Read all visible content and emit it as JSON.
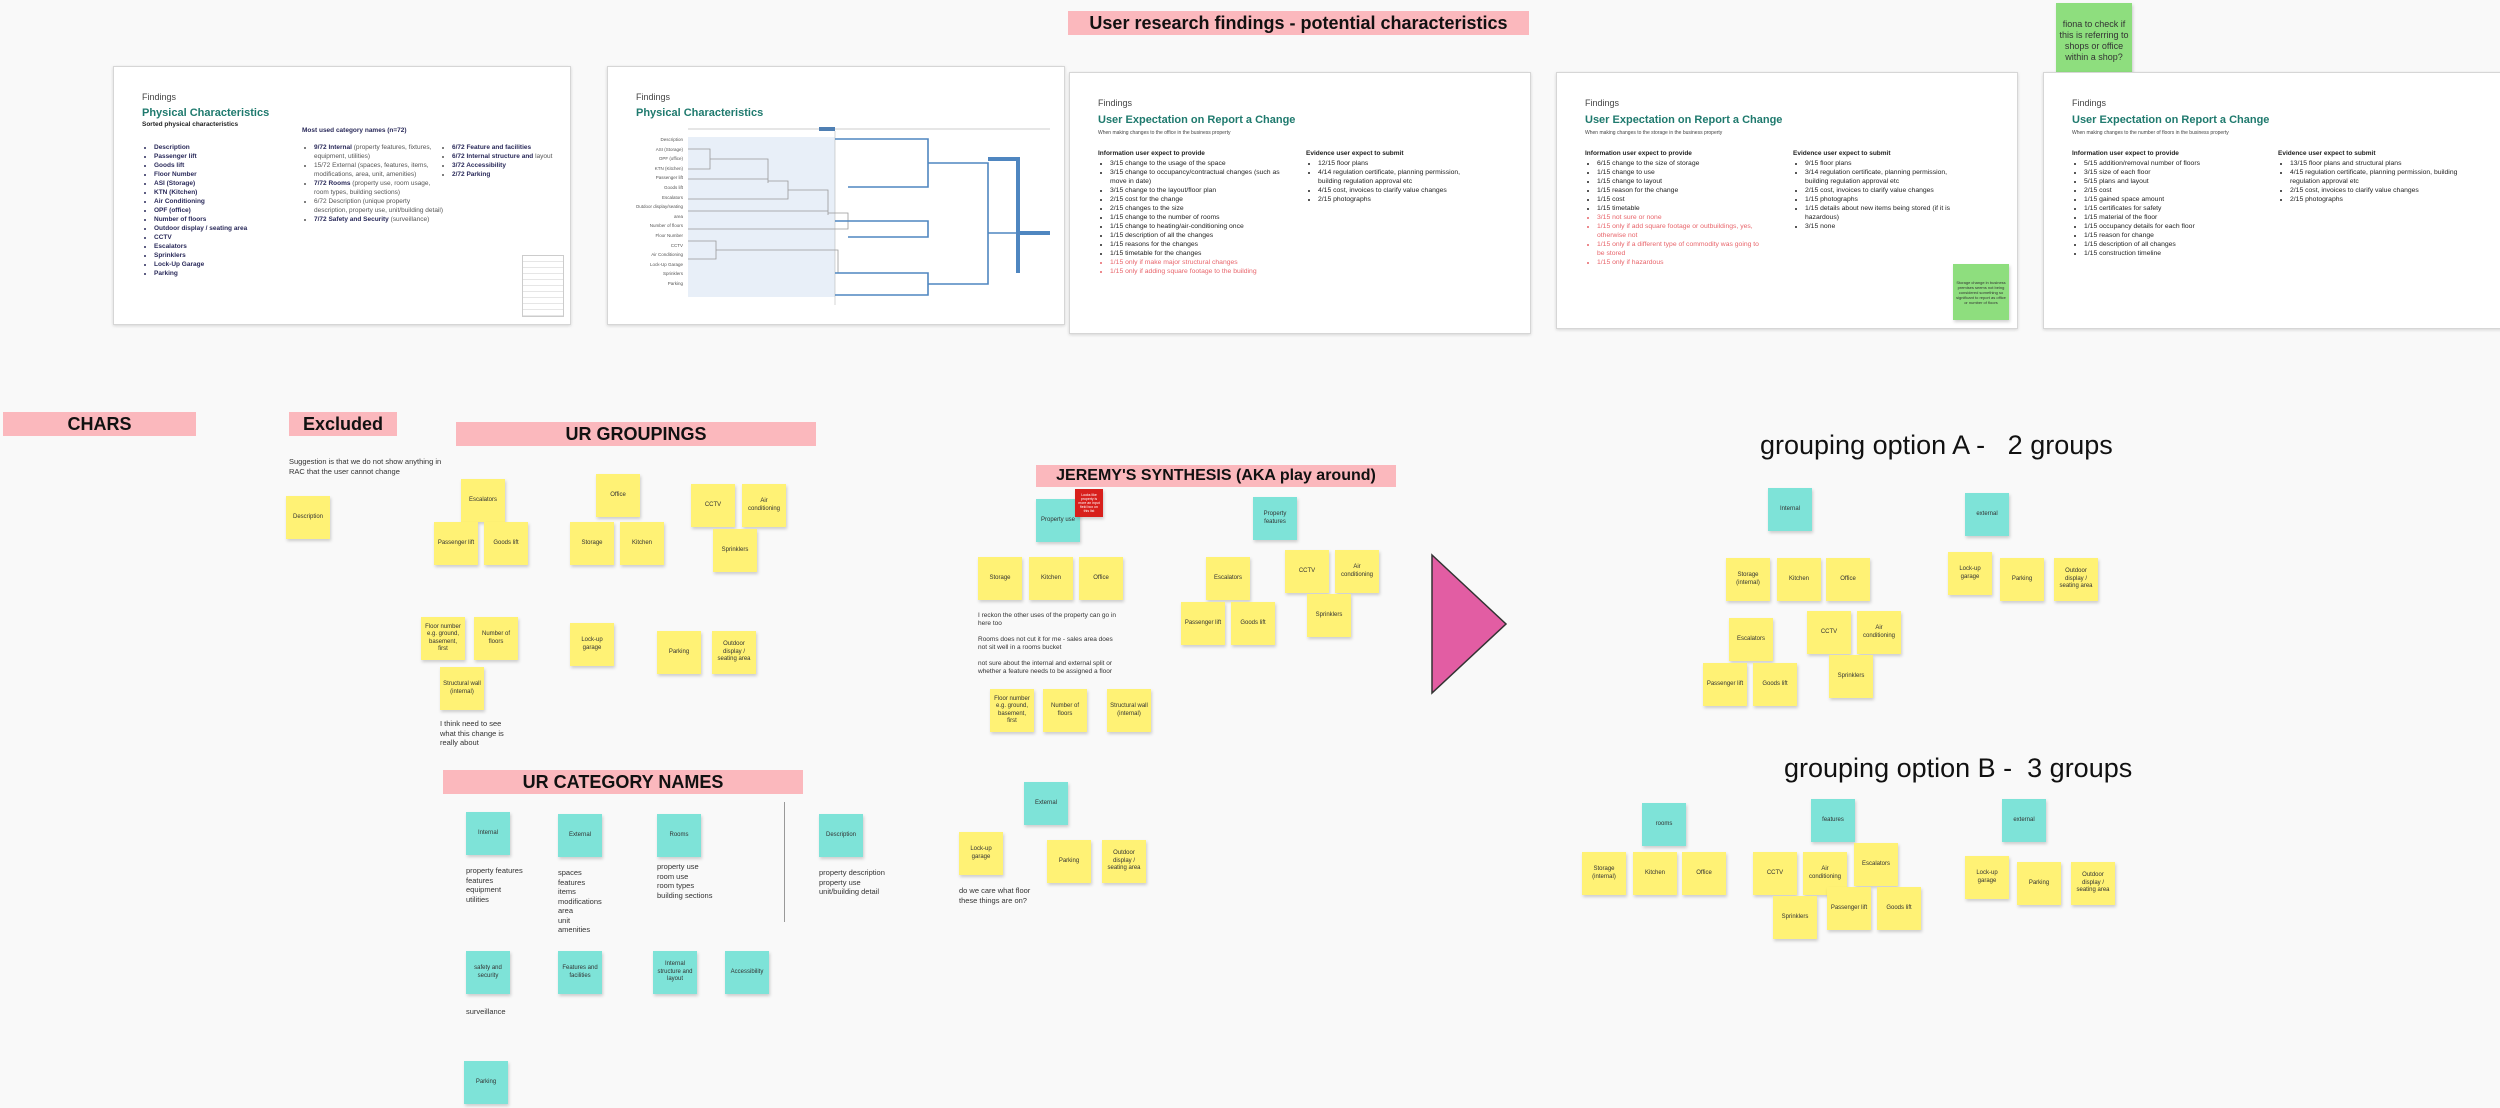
{
  "colors": {
    "banner": "#fbb8bd",
    "sticky_yellow": "#fff275",
    "sticky_teal": "#7ee3d8",
    "sticky_green": "#8ede7e",
    "sticky_red": "#d8201c",
    "arrow": "#e25da3",
    "teal_title": "#1f7a6e",
    "red_text": "#e8656b"
  },
  "banners": {
    "top": "User research findings - potential characteristics",
    "chars": "CHARS",
    "excluded": "Excluded",
    "ur_groupings": "UR GROUPINGS",
    "ur_category_names": "UR CATEGORY NAMES",
    "jeremy": "JEREMY'S SYNTHESIS (AKA play around)"
  },
  "frame1": {
    "kicker": "Findings",
    "title": "Physical Characteristics",
    "subtitle": "Sorted physical characteristics",
    "items": [
      "Description",
      "Passenger lift",
      "Goods lift",
      "Floor Number",
      "ASI (Storage)",
      "KTN (Kitchen)",
      "Air Conditioning",
      "OPF (office)",
      "Number of floors",
      "Outdoor display / seating area",
      "CCTV",
      "Escalators",
      "Sprinklers",
      "Lock-Up Garage",
      "Parking"
    ],
    "most_used_title": "Most used category names (n=72)",
    "most_used_col1": [
      {
        "b": "9/72 Internal",
        "t": " (property features, fixtures, equipment, utilities)"
      },
      {
        "b": "",
        "t": "15/72 External (spaces, features, items, modifications, area, unit, amenities)"
      },
      {
        "b": "7/72 Rooms",
        "t": " (property use, room usage, room types, building sections)"
      },
      {
        "b": "",
        "t": "6/72 Description (unique property description, property use, unit/building detail)"
      },
      {
        "b": "7/72 Safety and Security",
        "t": " (surveillance)"
      }
    ],
    "most_used_col2": [
      {
        "b": "6/72 Feature and facilities",
        "t": ""
      },
      {
        "b": "6/72 Internal structure and",
        "t": " layout"
      },
      {
        "b": "3/72 Accessibility",
        "t": ""
      },
      {
        "b": "2/72 Parking",
        "t": ""
      }
    ]
  },
  "frame2": {
    "kicker": "Findings",
    "title": "Physical Characteristics",
    "dendro_labels": [
      "Description",
      "ASI (Storage)",
      "OPF (office)",
      "KTN (Kitchen)",
      "Passenger lift",
      "Goods lift",
      "Escalators",
      "Outdoor display/seating area",
      "Number of floors",
      "Floor Number",
      "CCTV",
      "Air Conditioning",
      "Lock-Up Garage",
      "Sprinklers",
      "Parking"
    ]
  },
  "frame3": {
    "kicker": "Findings",
    "title": "User Expectation on Report a Change",
    "subtitle": "When making changes to the office in the business property",
    "info_head": "Information user expect to provide",
    "evidence_head": "Evidence user expect to submit",
    "info": [
      {
        "t": "3/15 change to the usage of the space",
        "red": false
      },
      {
        "t": "3/15 change to occupancy/contractual changes (such as move in date)",
        "red": false
      },
      {
        "t": "3/15 change to the layout/floor plan",
        "red": false
      },
      {
        "t": "2/15 cost for the change",
        "red": false
      },
      {
        "t": "2/15 changes to the size",
        "red": false
      },
      {
        "t": "1/15 change to the number of rooms",
        "red": false
      },
      {
        "t": "1/15 change to heating/air-conditioning once",
        "red": false
      },
      {
        "t": "1/15 description of all the changes",
        "red": false
      },
      {
        "t": "1/15 reasons for the changes",
        "red": false
      },
      {
        "t": "1/15 timetable for the changes",
        "red": false
      },
      {
        "t": "1/15 only if make major structural changes",
        "red": true
      },
      {
        "t": "1/15 only if adding square footage to the building",
        "red": true
      }
    ],
    "evidence": [
      "12/15 floor plans",
      "4/14 regulation certificate, planning permission, building regulation approval etc",
      "4/15 cost, invoices to clarify value changes",
      "2/15 photographs"
    ]
  },
  "frame4": {
    "kicker": "Findings",
    "title": "User Expectation on Report a Change",
    "subtitle": "When making changes to the storage in the business property",
    "info_head": "Information user expect to provide",
    "evidence_head": "Evidence user expect to submit",
    "info": [
      {
        "t": "6/15 change to the size of storage",
        "red": false
      },
      {
        "t": "1/15 change to use",
        "red": false
      },
      {
        "t": "1/15 change to layout",
        "red": false
      },
      {
        "t": "1/15 reason for the change",
        "red": false
      },
      {
        "t": "1/15 cost",
        "red": false
      },
      {
        "t": "1/15 timetable",
        "red": false
      },
      {
        "t": "3/15 not sure or none",
        "red": true
      },
      {
        "t": "1/15 only if add square footage or outbuildings, yes, otherwise not",
        "red": true
      },
      {
        "t": "1/15 only if a different type of commodity was going to be stored",
        "red": true
      },
      {
        "t": "1/15 only if hazardous",
        "red": true
      }
    ],
    "evidence": [
      "9/15 floor plans",
      "3/14 regulation certificate, planning permission, building regulation approval etc",
      "2/15 cost, invoices to clarify value changes",
      "1/15 photographs",
      "1/15 details about new items being stored (if it is hazardous)",
      "3/15 none"
    ],
    "sticky": "Storage change in business premises seems not being considered something so significant to report as office or number of floors"
  },
  "frame5": {
    "kicker": "Findings",
    "title": "User Expectation on Report a Change",
    "subtitle": "When making changes to the number of floors in the business property",
    "info_head": "Information user expect to provide",
    "evidence_head": "Evidence user expect to submit",
    "info": [
      {
        "t": "5/15 addition/removal number of floors",
        "red": false
      },
      {
        "t": "3/15 size of each floor",
        "red": false
      },
      {
        "t": "5/15 plans and layout",
        "red": false
      },
      {
        "t": "2/15 cost",
        "red": false
      },
      {
        "t": "1/15 gained space amount",
        "red": false
      },
      {
        "t": "1/15 certificates for safety",
        "red": false
      },
      {
        "t": "1/15 material of the floor",
        "red": false
      },
      {
        "t": "1/15 occupancy details for each floor",
        "red": false
      },
      {
        "t": "1/15 reason for change",
        "red": false
      },
      {
        "t": "1/15 description of all changes",
        "red": false
      },
      {
        "t": "1/15 construction timeline",
        "red": false
      }
    ],
    "evidence": [
      "13/15 floor plans and structural plans",
      "4/15 regulation certificate, planning permission, building regulation approval etc",
      "2/15 cost, invoices to clarify value changes",
      "2/15 photographs"
    ]
  },
  "fiona_note": "fiona to check if this is referring to shops or office within a shop?",
  "excluded": {
    "text": "Suggestion is that we do not show anything in RAC that the user cannot change",
    "sticky": "Description"
  },
  "ur_groupings": {
    "escalators": "Escalators",
    "passenger_lift": "Passenger lift",
    "goods_lift": "Goods lift",
    "office": "Office",
    "storage": "Storage",
    "kitchen": "Kitchen",
    "cctv": "CCTV",
    "air": "Air conditioning",
    "sprinklers": "Sprinklers",
    "floor_number": "Floor number e.g. ground, basement, first",
    "number_floors": "Number of floors",
    "lockup": "Lock-up garage",
    "parking": "Parking",
    "outdoor": "Outdoor display / seating area",
    "structural": "Structural wall (internal)",
    "note": "I think need to see what this change is really about"
  },
  "ur_category": {
    "internal": "Internal",
    "external": "External",
    "rooms": "Rooms",
    "description": "Description",
    "internal_list": "property features\nfeatures\nequipment\nutilities",
    "external_list": "spaces\nfeatures\nitems\nmodifications\narea\nunit\namenities",
    "rooms_list": "property use\nroom use\nroom types\nbuilding sections",
    "description_list": "property description\nproperty use\nunit/building detail",
    "safety": "safety and security",
    "features": "Features and facilities",
    "internal_struct": "Internal structure and layout",
    "accessibility": "Accessibility",
    "surveillance": "surveillance",
    "parking": "Parking"
  },
  "jeremy": {
    "property_use": "Property use",
    "red_note": "Looks like property is more an input field box on this list",
    "property_features": "Property features",
    "storage": "Storage",
    "kitchen": "Kitchen",
    "office": "Office",
    "escalators": "Escalators",
    "passenger_lift": "Passenger lift",
    "goods_lift": "Goods lift",
    "cctv": "CCTV",
    "air": "Air conditioning",
    "sprinklers": "Sprinklers",
    "text1": "I reckon the other uses of the property can go in here too",
    "text2": "Rooms does not cut it for me - sales area does not sit well in a rooms bucket",
    "text3": "not sure about the internal and external split or whether a feature needs to be assigned a floor",
    "floor_number": "Floor number e.g. ground, basement, first",
    "number_floors": "Number of floors",
    "structural": "Structural wall (internal)",
    "external": "External",
    "lockup": "Lock-up garage",
    "parking": "Parking",
    "outdoor": "Outdoor display / seating area",
    "text4": "do we care what floor these things are on?"
  },
  "option_a": {
    "title": "grouping option A -   2 groups",
    "internal": "Internal",
    "external": "external",
    "storage": "Storage (internal)",
    "kitchen": "Kitchen",
    "office": "Office",
    "escalators": "Escalators",
    "cctv": "CCTV",
    "air": "Air conditioning",
    "passenger_lift": "Passenger lift",
    "goods_lift": "Goods lift",
    "sprinklers": "Sprinklers",
    "lockup": "Lock-up garage",
    "parking": "Parking",
    "outdoor": "Outdoor display / seating area"
  },
  "option_b": {
    "title": "grouping option B -  3 groups",
    "rooms": "rooms",
    "features": "features",
    "external": "external",
    "storage": "Storage (internal)",
    "kitchen": "Kitchen",
    "office": "Office",
    "cctv": "CCTV",
    "air": "Air conditioning",
    "escalators": "Escalators",
    "sprinklers": "Sprinklers",
    "passenger_lift": "Passenger lift",
    "goods_lift": "Goods lift",
    "lockup": "Lock-up garage",
    "parking": "Parking",
    "outdoor": "Outdoor display / seating area"
  }
}
